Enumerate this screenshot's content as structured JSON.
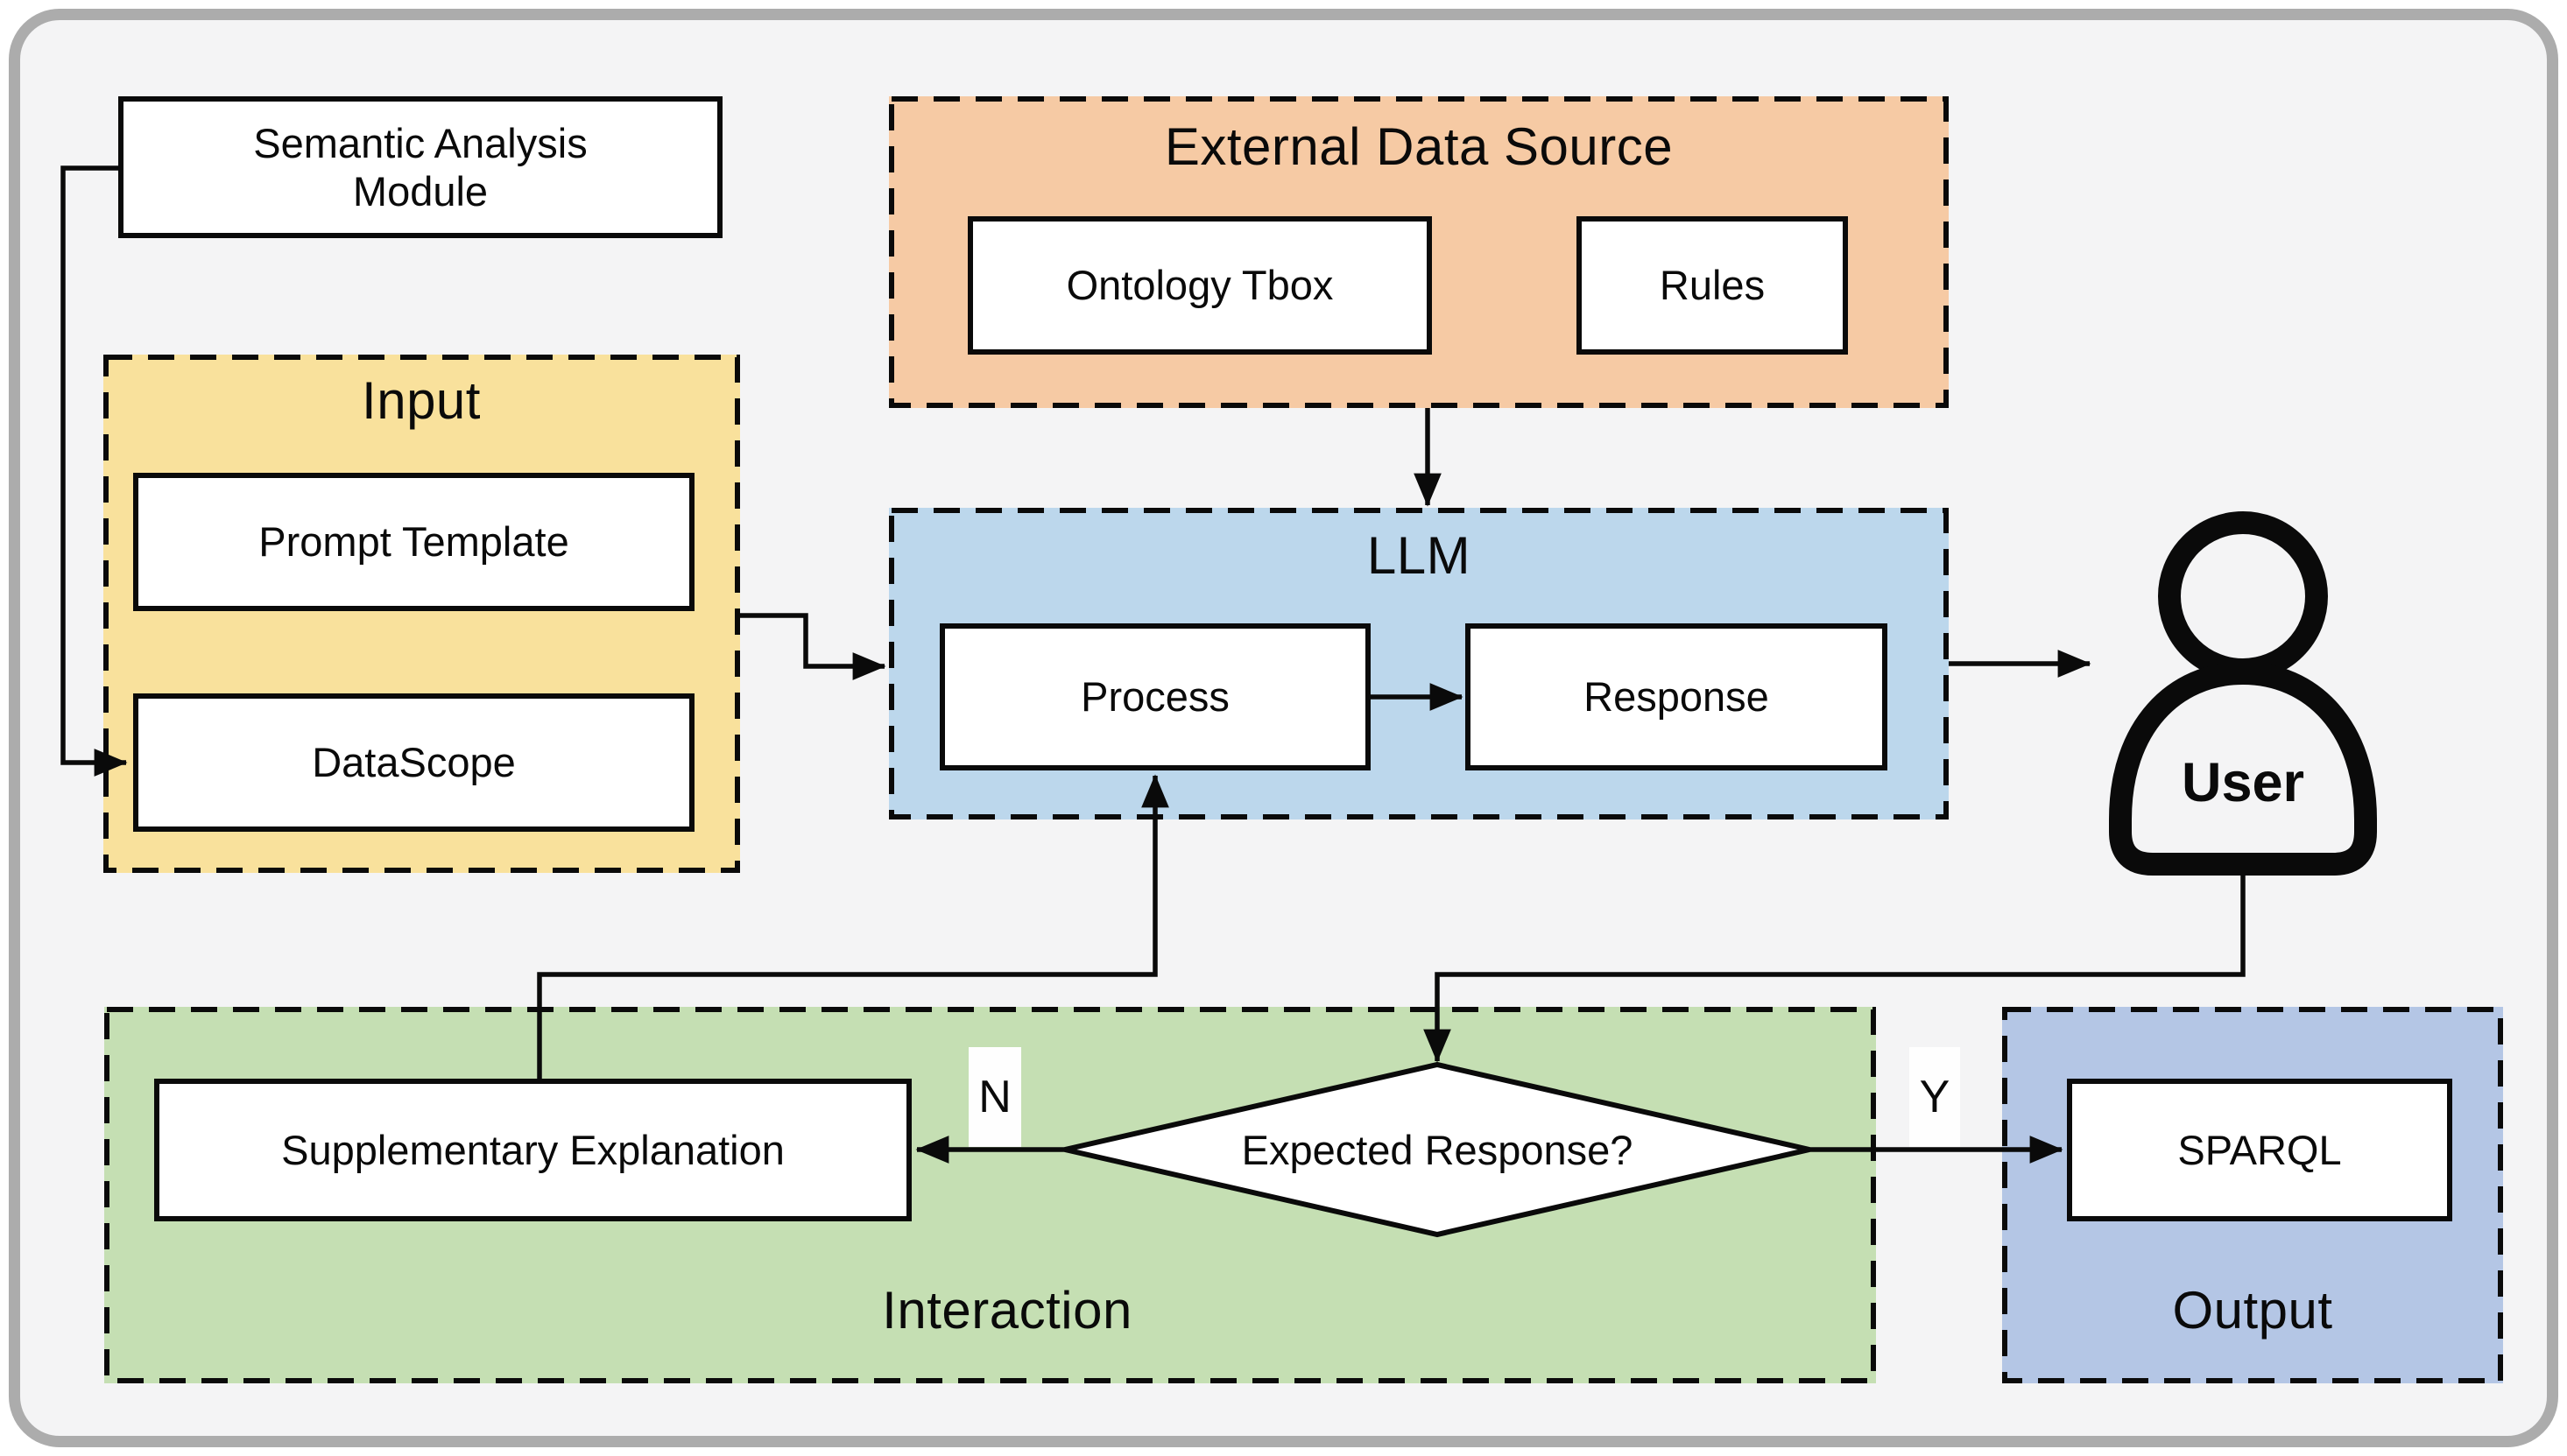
{
  "palette": {
    "canvas_bg": "#f4f4f5",
    "outer_bg": "#ffffff",
    "frame_border": "#acacac",
    "line_color": "#0a0a0a",
    "node_fill": "#ffffff",
    "node_border": "#0a0a0a",
    "input_fill": "#f9e19c",
    "external_data_fill": "#f6caa4",
    "llm_fill": "#bcd7ec",
    "interaction_fill": "#c5dfb3",
    "output_fill": "#b4c6e5"
  },
  "containers": {
    "input": {
      "label": "Input"
    },
    "external_data_source": {
      "label": "External Data Source"
    },
    "llm": {
      "label": "LLM"
    },
    "interaction": {
      "label": "Interaction"
    },
    "output": {
      "label": "Output"
    }
  },
  "nodes": {
    "semantic_analysis_module": {
      "label": "Semantic Analysis Module"
    },
    "prompt_template": {
      "label": "Prompt Template"
    },
    "datascope": {
      "label": "DataScope"
    },
    "ontology_tbox": {
      "label": "Ontology Tbox"
    },
    "rules": {
      "label": "Rules"
    },
    "process": {
      "label": "Process"
    },
    "response": {
      "label": "Response"
    },
    "supplementary_explanation": {
      "label": "Supplementary Explanation"
    },
    "decision": {
      "label": "Expected Response?"
    },
    "sparql": {
      "label": "SPARQL"
    },
    "user": {
      "label": "User"
    }
  },
  "edge_labels": {
    "no": "N",
    "yes": "Y"
  }
}
